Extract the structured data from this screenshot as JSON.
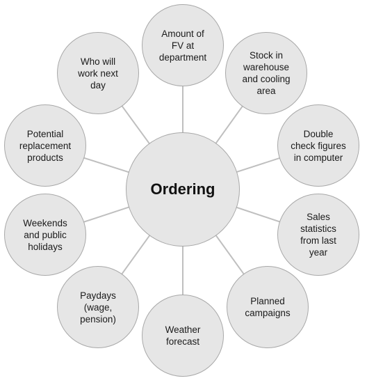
{
  "center": {
    "label": "Ordering"
  },
  "nodes": [
    {
      "label": "Amount of\nFV at\ndepartment"
    },
    {
      "label": "Stock in\nwarehouse\nand cooling\narea"
    },
    {
      "label": "Double\ncheck figures\nin computer"
    },
    {
      "label": "Sales\nstatistics\nfrom last\nyear"
    },
    {
      "label": "Planned\ncampaigns"
    },
    {
      "label": "Weather\nforecast"
    },
    {
      "label": "Paydays\n(wage,\npension)"
    },
    {
      "label": "Weekends\nand public\nholidays"
    },
    {
      "label": "Potential\nreplacement\nproducts"
    },
    {
      "label": "Who will\nwork next\nday"
    }
  ],
  "colors": {
    "node_fill": "#e6e6e6",
    "node_border": "#a8a8a8",
    "connector": "#bfbfbf",
    "text": "#1a1a1a"
  }
}
